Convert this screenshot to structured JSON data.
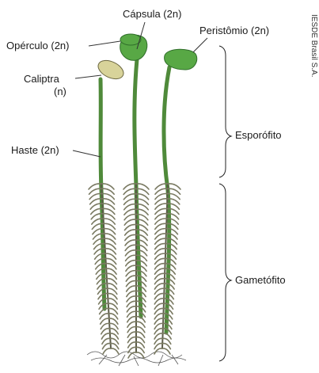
{
  "labels": {
    "capsula": "Cápsula (2n)",
    "operculo": "Opérculo (2n)",
    "peristomio": "Peristômio (2n)",
    "caliptra_line1": "Caliptra",
    "caliptra_line2": "(n)",
    "haste": "Haste (2n)",
    "esporofito": "Esporófito",
    "gametofito": "Gametófito"
  },
  "credit": "IESDE Brasil S.A.",
  "colors": {
    "stalk": "#4f8a3a",
    "capsule": "#58a845",
    "capsule_dark": "#2f6e2a",
    "calyptra": "#d8d39a",
    "leaf": "#7a7a62",
    "line": "#333333"
  }
}
